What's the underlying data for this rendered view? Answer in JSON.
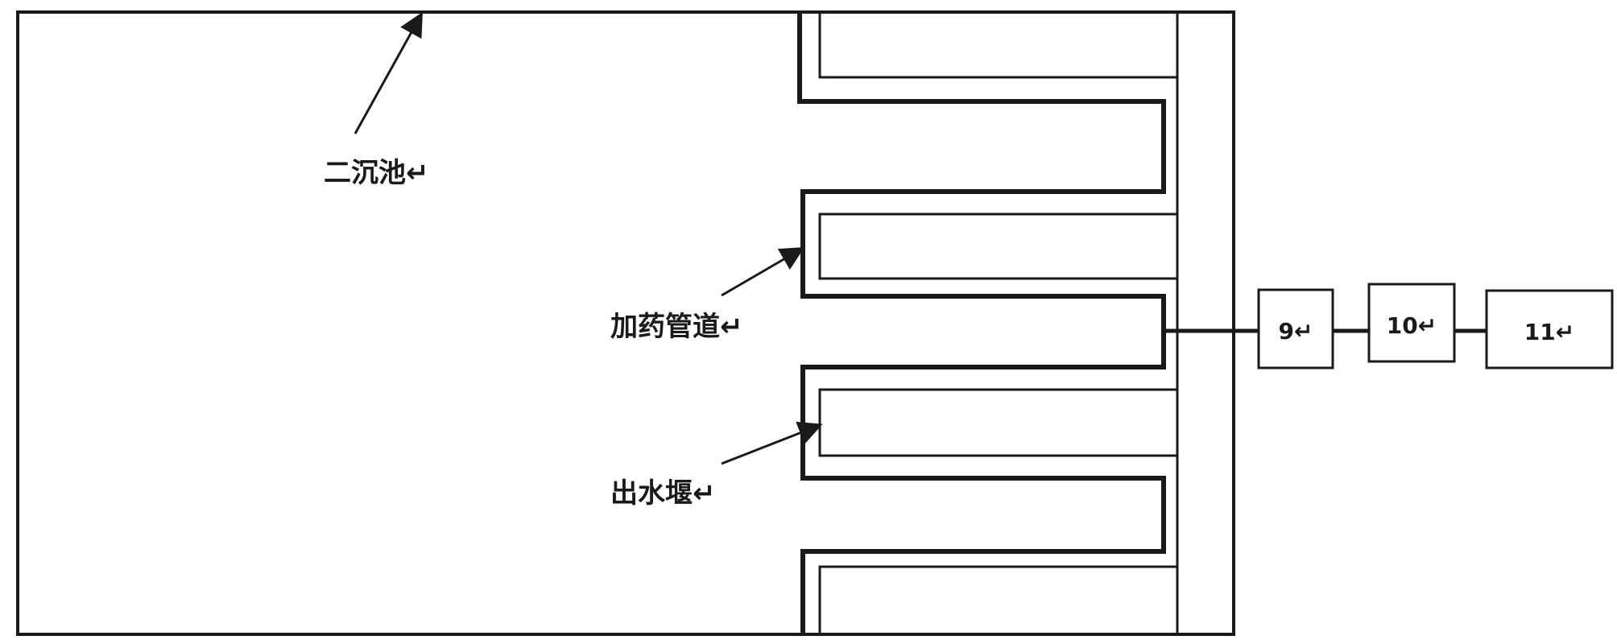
{
  "labels": {
    "tank": "二沉池↵",
    "dosing_pipe": "加药管道↵",
    "outlet_weir": "出水堰↵"
  },
  "boxes": {
    "box9": "9↵",
    "box10": "10↵",
    "box11": "11↵"
  }
}
